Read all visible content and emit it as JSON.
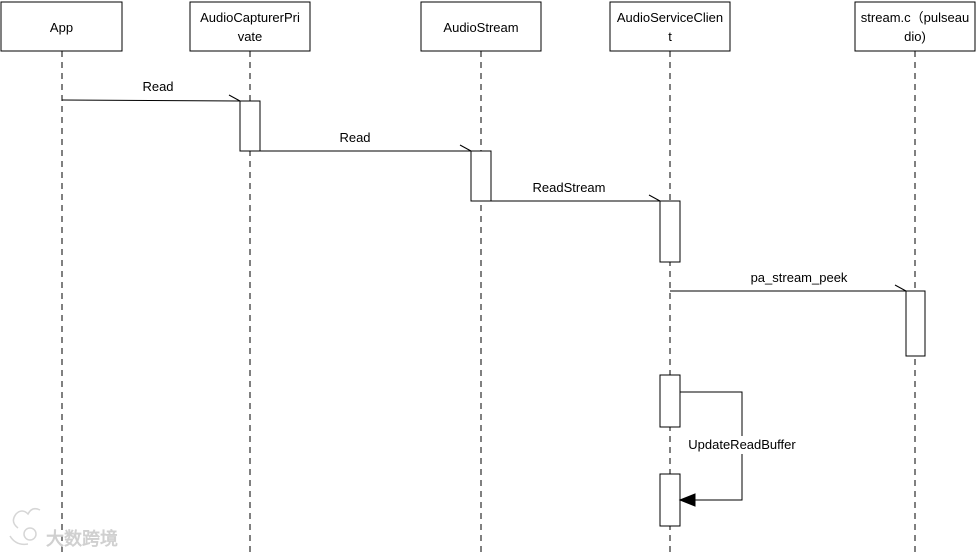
{
  "participants": [
    {
      "id": "app",
      "label_lines": [
        "App"
      ]
    },
    {
      "id": "capturer",
      "label_lines": [
        "AudioCapturerPri",
        "vate"
      ]
    },
    {
      "id": "stream",
      "label_lines": [
        "AudioStream"
      ]
    },
    {
      "id": "client",
      "label_lines": [
        "AudioServiceClien",
        "t"
      ]
    },
    {
      "id": "streamc",
      "label_lines": [
        "stream.c（pulseau",
        "dio)"
      ]
    }
  ],
  "messages": [
    {
      "id": "msg-read-1",
      "from": "app",
      "to": "capturer",
      "label": "Read"
    },
    {
      "id": "msg-read-2",
      "from": "capturer",
      "to": "stream",
      "label": "Read"
    },
    {
      "id": "msg-readstream",
      "from": "stream",
      "to": "client",
      "label": "ReadStream"
    },
    {
      "id": "msg-pa-stream-peek",
      "from": "client",
      "to": "streamc",
      "label": "pa_stream_peek"
    },
    {
      "id": "msg-updatereadbuffer",
      "from": "client",
      "to": "client",
      "label": "UpdateReadBuffer",
      "self": true
    }
  ],
  "watermark": {
    "text": "大数跨境",
    "colors": {
      "mark": "#d0d0d0"
    }
  }
}
